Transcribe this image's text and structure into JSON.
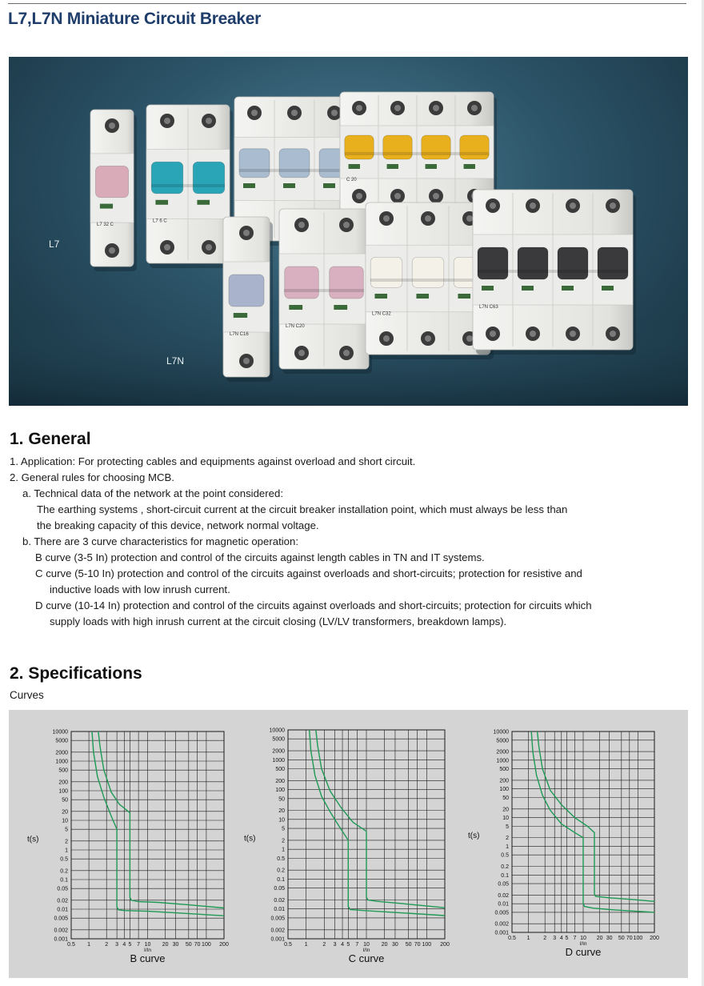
{
  "page": {
    "title": "L7,L7N Miniature Circuit Breaker"
  },
  "hero": {
    "label_l7": "L7",
    "label_l7n": "L7N",
    "device_marks": [
      "L7 32 C",
      "L7 6 C",
      "C 20",
      "L7N C16",
      "L7N C20",
      "L7N C32",
      "L7N C63"
    ]
  },
  "general": {
    "heading": "1. General",
    "item1": "1.  Application: For protecting cables and equipments against overload and short circuit.",
    "item2": "2. General rules for choosing MCB.",
    "a_label": "a. Technical data of the network at the point considered:",
    "a_line1": "The earthing systems , short-circuit current at the circuit breaker installation point, which must always be less than",
    "a_line2": "the breaking capacity of this device, network normal voltage.",
    "b_label": "b. There are 3 curve characteristics for magnetic operation:",
    "b_curve": "B  curve (3-5 In) protection and control of the circuits against length cables in TN and IT systems.",
    "c_curve_1": "C  curve (5-10 In) protection and control of the circuits against overloads and short-circuits; protection for resistive and",
    "c_curve_2": "inductive loads with low inrush current.",
    "d_curve_1": "D  curve (10-14 In) protection and control of the circuits against overloads and short-circuits; protection for circuits which",
    "d_curve_2": "supply loads with high inrush current at the circuit closing (LV/LV transformers, breakdown lamps)."
  },
  "specs": {
    "heading": "2. Specifications",
    "subcaption": "Curves"
  },
  "colors": {
    "title": "#1e3d6b",
    "curve": "#1d9a55",
    "grid": "#1a1a1a",
    "panel": "#d4d4d4"
  },
  "chart_data": [
    {
      "type": "line",
      "title": "B curve",
      "xlabel": "I/In",
      "ylabel": "t(s)",
      "x_log": true,
      "y_log": true,
      "xlim": [
        0.5,
        200
      ],
      "ylim": [
        0.001,
        10000
      ],
      "x_ticks": [
        "0.5",
        "1",
        "2",
        "3",
        "4",
        "5",
        "7",
        "10",
        "20",
        "30",
        "50",
        "70",
        "100",
        "200"
      ],
      "y_ticks": [
        "10000",
        "5000",
        "2000",
        "1000",
        "500",
        "200",
        "100",
        "50",
        "20",
        "10",
        "5",
        "2",
        "1",
        "0.5",
        "0.2",
        "0.1",
        "0.05",
        "0.02",
        "0.01",
        "0.005",
        "0.002",
        "0.001"
      ],
      "series": [
        {
          "x": [
            1.13,
            1.2,
            1.4,
            1.8,
            2.4,
            3,
            3,
            3.2,
            4,
            10,
            30,
            100,
            200
          ],
          "y": [
            10000,
            2000,
            300,
            60,
            14,
            5,
            0.012,
            0.0095,
            0.009,
            0.0085,
            0.0075,
            0.0065,
            0.006
          ]
        },
        {
          "x": [
            1.45,
            1.55,
            1.8,
            2.4,
            3.3,
            5,
            5,
            5.3,
            7,
            15,
            50,
            200
          ],
          "y": [
            10000,
            3000,
            500,
            90,
            35,
            18,
            0.025,
            0.02,
            0.018,
            0.017,
            0.014,
            0.011
          ]
        }
      ]
    },
    {
      "type": "line",
      "title": "C curve",
      "xlabel": "I/In",
      "ylabel": "t(s)",
      "x_log": true,
      "y_log": true,
      "xlim": [
        0.5,
        200
      ],
      "ylim": [
        0.001,
        10000
      ],
      "x_ticks": [
        "0.5",
        "1",
        "2",
        "3",
        "4",
        "5",
        "7",
        "10",
        "20",
        "30",
        "50",
        "70",
        "100",
        "200"
      ],
      "y_ticks": [
        "10000",
        "5000",
        "2000",
        "1000",
        "500",
        "200",
        "100",
        "50",
        "20",
        "10",
        "5",
        "2",
        "1",
        "0.5",
        "0.2",
        "0.1",
        "0.05",
        "0.02",
        "0.01",
        "0.005",
        "0.002",
        "0.001"
      ],
      "series": [
        {
          "x": [
            1.13,
            1.2,
            1.4,
            1.8,
            2.5,
            3.5,
            5,
            5,
            5.4,
            8,
            20,
            60,
            200
          ],
          "y": [
            10000,
            2000,
            300,
            60,
            18,
            6,
            2,
            0.012,
            0.0095,
            0.009,
            0.008,
            0.007,
            0.006
          ]
        },
        {
          "x": [
            1.45,
            1.55,
            1.8,
            2.5,
            3.8,
            6,
            10,
            10,
            10.6,
            15,
            40,
            200
          ],
          "y": [
            10000,
            3000,
            500,
            90,
            25,
            8,
            4,
            0.025,
            0.02,
            0.018,
            0.015,
            0.011
          ]
        }
      ]
    },
    {
      "type": "line",
      "title": "D curve",
      "xlabel": "I/In",
      "ylabel": "t(s)",
      "x_log": true,
      "y_log": true,
      "xlim": [
        0.5,
        200
      ],
      "ylim": [
        0.001,
        10000
      ],
      "x_ticks": [
        "0.5",
        "1",
        "2",
        "3",
        "4",
        "5",
        "7",
        "10",
        "20",
        "30",
        "50",
        "70",
        "100",
        "200"
      ],
      "y_ticks": [
        "10000",
        "5000",
        "2000",
        "1000",
        "500",
        "200",
        "100",
        "50",
        "20",
        "10",
        "5",
        "2",
        "1",
        "0.5",
        "0.2",
        "0.1",
        "0.05",
        "0.02",
        "0.01",
        "0.005",
        "0.002",
        "0.001"
      ],
      "series": [
        {
          "x": [
            1.13,
            1.2,
            1.4,
            1.8,
            2.5,
            4,
            7,
            10,
            10,
            10.6,
            15,
            40,
            200
          ],
          "y": [
            10000,
            2000,
            300,
            60,
            18,
            6,
            3,
            2,
            0.01,
            0.008,
            0.007,
            0.006,
            0.005
          ]
        },
        {
          "x": [
            1.45,
            1.55,
            1.8,
            2.5,
            4,
            7,
            12,
            16,
            16,
            16.8,
            30,
            80,
            200
          ],
          "y": [
            10000,
            3000,
            500,
            90,
            28,
            10,
            5,
            3,
            0.022,
            0.018,
            0.016,
            0.014,
            0.012
          ]
        }
      ]
    }
  ]
}
